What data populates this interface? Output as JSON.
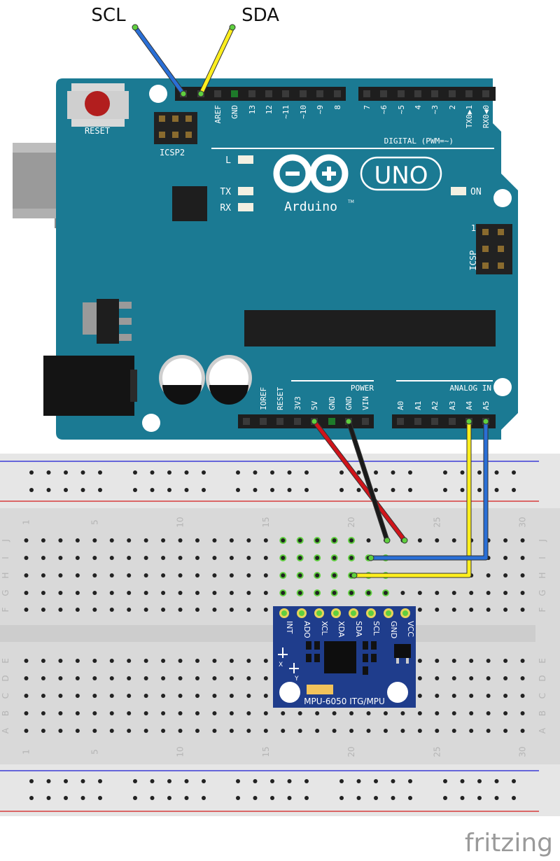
{
  "labels": {
    "scl_wire_label": "SCL",
    "sda_wire_label": "SDA",
    "watermark": "fritzing"
  },
  "arduino": {
    "board_color": "#1b7a93",
    "reset_label": "RESET",
    "icsp2_label": "ICSP2",
    "icsp_label": "ICSP",
    "icsp_pin1": "1",
    "uno_label": "UNO",
    "brand_label": "Arduino",
    "trademark": "TM",
    "led_l": "L",
    "led_tx": "TX",
    "led_rx": "RX",
    "led_on": "ON",
    "digital_header_label": "DIGITAL (PWM=~)",
    "digital_pins_left": [
      "AREF",
      "GND",
      "13",
      "12",
      "~11",
      "~10",
      "~9",
      "8"
    ],
    "digital_pins_right": [
      "7",
      "~6",
      "~5",
      "4",
      "~3",
      "2",
      "TX0▶1",
      "RX0◀0"
    ],
    "power_header_label": "POWER",
    "power_pins": [
      "IOREF",
      "RESET",
      "3V3",
      "5V",
      "GND",
      "GND",
      "VIN"
    ],
    "analog_header_label": "ANALOG IN",
    "analog_pins": [
      "A0",
      "A1",
      "A2",
      "A3",
      "A4",
      "A5"
    ]
  },
  "breadboard": {
    "column_numbers": [
      "1",
      "5",
      "10",
      "15",
      "20",
      "25",
      "30"
    ],
    "top_rows": [
      "J",
      "I",
      "H",
      "G",
      "F"
    ],
    "bottom_rows": [
      "E",
      "D",
      "C",
      "B",
      "A"
    ]
  },
  "mpu6050": {
    "board_color": "#1f3d8c",
    "pins": [
      "INT",
      "ADO",
      "XCL",
      "XDA",
      "SDA",
      "SCL",
      "GND",
      "VCC"
    ],
    "label": "MPU-6050 ITG/MPU",
    "axis_x": "X",
    "axis_y": "Y"
  },
  "wires": [
    {
      "name": "5V",
      "color": "#d0141a"
    },
    {
      "name": "GND",
      "color": "#1a1a1a"
    },
    {
      "name": "SDA",
      "color": "#ffef1e"
    },
    {
      "name": "SCL",
      "color": "#2a6fd6"
    }
  ]
}
